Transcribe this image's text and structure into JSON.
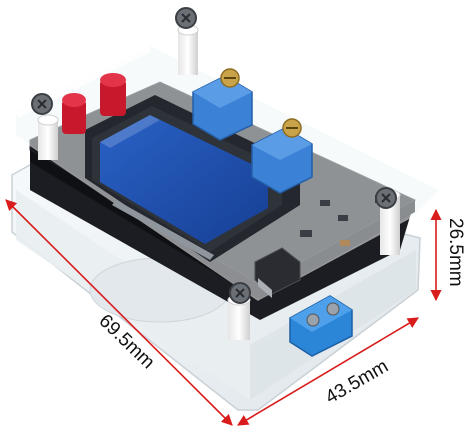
{
  "dimensions": {
    "length": "69.5mm",
    "width": "43.5mm",
    "height": "26.5mm"
  },
  "colors": {
    "pcb": "#16181c",
    "lcd": "#1e4fae",
    "trimpot": "#3b82d6",
    "led": "#d9233a",
    "terminal": "#2b86d8",
    "dimension_line": "#d91c1c",
    "acrylic": "#eef3f6"
  }
}
